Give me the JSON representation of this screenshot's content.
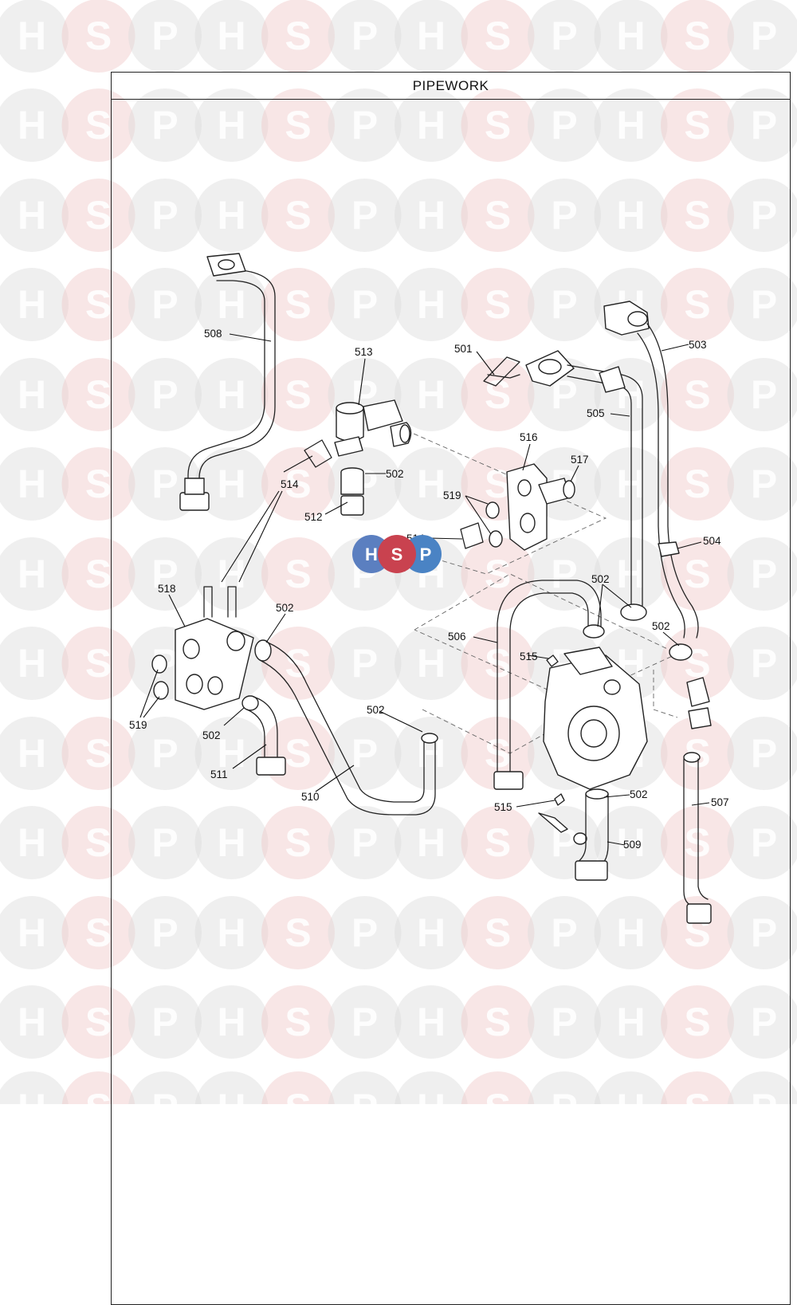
{
  "page": {
    "title": "PIPEWORK"
  },
  "logo": {
    "letters": [
      "H",
      "S",
      "P"
    ],
    "colors": [
      "#5b7fc0",
      "#c9424f",
      "#4a83c4"
    ]
  },
  "watermark": {
    "letters": [
      "H",
      "S",
      "P"
    ],
    "color_h": "#dcdcdc",
    "color_s": "#f0c8c8",
    "color_p": "#dcdcdc"
  },
  "labels": {
    "p501": "501",
    "p502a": "502",
    "p502b": "502",
    "p502c": "502",
    "p502d": "502",
    "p502e": "502",
    "p502f": "502",
    "p502g": "502",
    "p503": "503",
    "p504": "504",
    "p505": "505",
    "p506": "506",
    "p507": "507",
    "p508": "508",
    "p509": "509",
    "p510": "510",
    "p511": "511",
    "p512": "512",
    "p513": "513",
    "p514a": "514",
    "p514b": "514",
    "p515a": "515",
    "p515b": "515",
    "p516": "516",
    "p517": "517",
    "p518": "518",
    "p519a": "519",
    "p519b": "519"
  }
}
